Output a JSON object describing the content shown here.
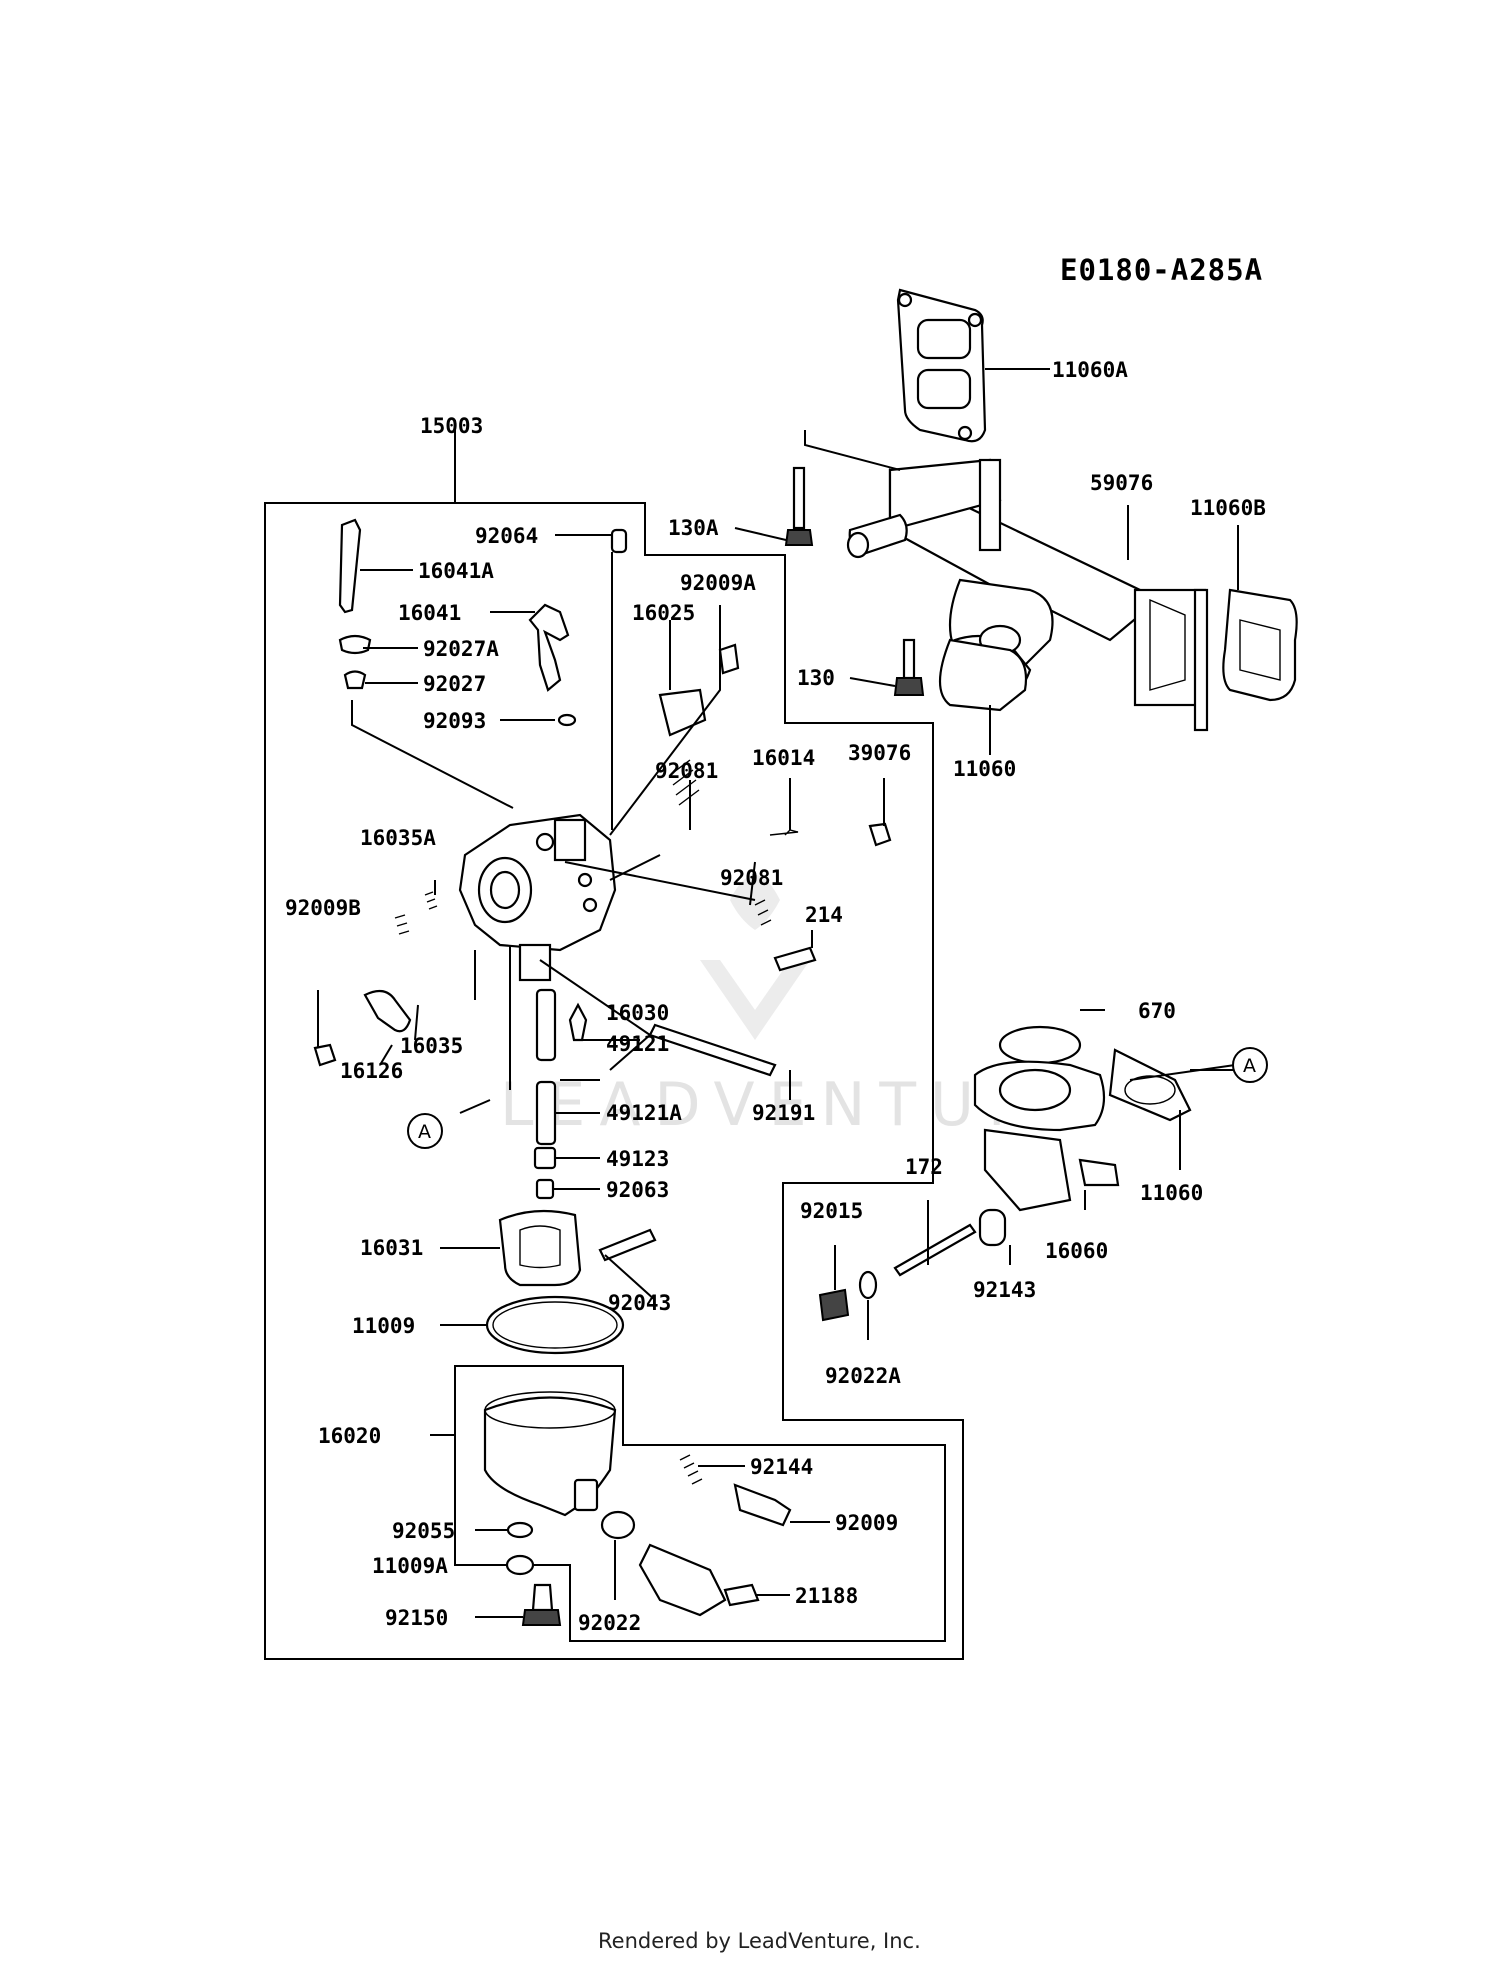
{
  "diagram_id": "E0180-A285A",
  "footer": "Rendered by LeadVenture, Inc.",
  "watermark": "LEADVENTURE",
  "callout_letter": "A",
  "labels": {
    "p11060A": "11060A",
    "p59076": "59076",
    "p11060B": "11060B",
    "p130A": "130A",
    "p130": "130",
    "p11060_top": "11060",
    "p15003": "15003",
    "p92064": "92064",
    "p16041A": "16041A",
    "p16041": "16041",
    "p92009A": "92009A",
    "p16025": "16025",
    "p92027A": "92027A",
    "p92027": "92027",
    "p92093": "92093",
    "p92081_a": "92081",
    "p16014": "16014",
    "p39076": "39076",
    "p16035A": "16035A",
    "p92081_b": "92081",
    "p214": "214",
    "p92009B": "92009B",
    "p16030": "16030",
    "p16035": "16035",
    "p49121": "49121",
    "p16126": "16126",
    "p49121A": "49121A",
    "p92191": "92191",
    "p670": "670",
    "p49123": "49123",
    "p92063": "92063",
    "p172": "172",
    "p92015": "92015",
    "p11060_mid": "11060",
    "p16060": "16060",
    "p16031": "16031",
    "p92143": "92143",
    "p92043": "92043",
    "p11009": "11009",
    "p92022A": "92022A",
    "p16020": "16020",
    "p92144": "92144",
    "p92009": "92009",
    "p92055": "92055",
    "p11009A": "11009A",
    "p21188": "21188",
    "p92150": "92150",
    "p92022": "92022"
  }
}
